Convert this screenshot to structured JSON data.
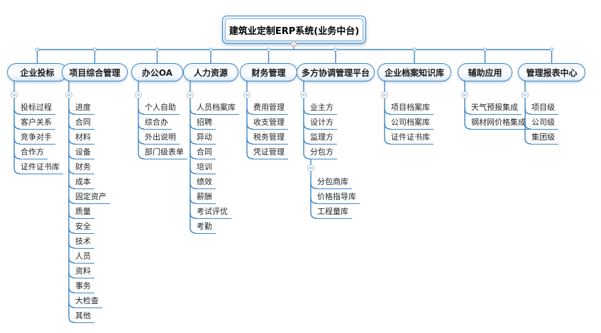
{
  "root": {
    "label": "建筑业定制ERP系统(业务中台)"
  },
  "branches": [
    {
      "label": "企业投标",
      "children": [
        {
          "label": "投标过程"
        },
        {
          "label": "客户关系"
        },
        {
          "label": "竞争对手"
        },
        {
          "label": "合作方"
        },
        {
          "label": "证件证书库"
        }
      ]
    },
    {
      "label": "项目综合管理",
      "children": [
        {
          "label": "进度"
        },
        {
          "label": "合同"
        },
        {
          "label": "材料"
        },
        {
          "label": "设备"
        },
        {
          "label": "财务"
        },
        {
          "label": "成本"
        },
        {
          "label": "固定资产"
        },
        {
          "label": "质量"
        },
        {
          "label": "安全"
        },
        {
          "label": "技术"
        },
        {
          "label": "人员"
        },
        {
          "label": "资料"
        },
        {
          "label": "事务"
        },
        {
          "label": "大检查"
        },
        {
          "label": "其他"
        }
      ]
    },
    {
      "label": "办公OA",
      "children": [
        {
          "label": "个人自助"
        },
        {
          "label": "综合办"
        },
        {
          "label": "外出说明"
        },
        {
          "label": "部门级表单"
        }
      ]
    },
    {
      "label": "人力资源",
      "children": [
        {
          "label": "人员档案库"
        },
        {
          "label": "招聘"
        },
        {
          "label": "异动"
        },
        {
          "label": "合同"
        },
        {
          "label": "培训"
        },
        {
          "label": "绩效"
        },
        {
          "label": "薪酬"
        },
        {
          "label": "考试评优"
        },
        {
          "label": "考勤"
        }
      ]
    },
    {
      "label": "财务管理",
      "children": [
        {
          "label": "费用管理"
        },
        {
          "label": "收支管理"
        },
        {
          "label": "税务管理"
        },
        {
          "label": "凭证管理"
        }
      ]
    },
    {
      "label": "多方协调管理平台",
      "children": [
        {
          "label": "业主方"
        },
        {
          "label": "设计方"
        },
        {
          "label": "监理方"
        },
        {
          "label": "分包方",
          "children": [
            {
              "label": "分包商库"
            },
            {
              "label": "价格指导库"
            },
            {
              "label": "工程量库"
            }
          ]
        }
      ]
    },
    {
      "label": "企业档案知识库",
      "children": [
        {
          "label": "项目档案库"
        },
        {
          "label": "公司档案库"
        },
        {
          "label": "证件证书库"
        }
      ]
    },
    {
      "label": "辅助应用",
      "children": [
        {
          "label": "天气预报集成"
        },
        {
          "label": "钢材网价格集成"
        }
      ]
    },
    {
      "label": "管理报表中心",
      "children": [
        {
          "label": "项目级"
        },
        {
          "label": "公司级"
        },
        {
          "label": "集团级"
        }
      ]
    }
  ],
  "icons": {
    "collapse_icon": "−",
    "root_collapse_arrow_icon": "◇"
  },
  "colors": {
    "accent": "#3e86c5",
    "drop_circle_stroke": "#6fa3d0",
    "minus_circle_stroke": "#a9c2d8",
    "minus_glyph": "#8d9fb3",
    "leaf_text": "#23262a",
    "node_text": "#15181c"
  }
}
